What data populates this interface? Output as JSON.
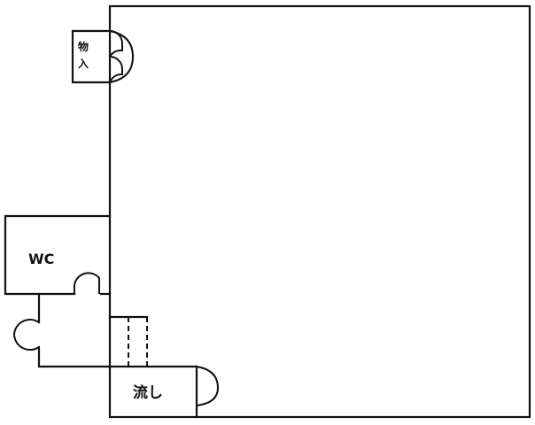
{
  "labels": {
    "storage_line1": "物",
    "storage_line2": "入",
    "wc": "WC",
    "sink": "流し"
  },
  "colors": {
    "wall": "#111111",
    "background": "#ffffff"
  }
}
